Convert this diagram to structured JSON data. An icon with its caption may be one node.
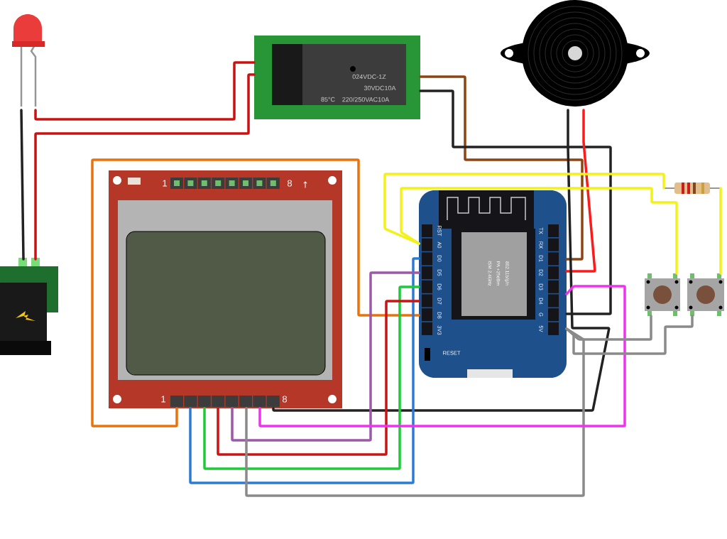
{
  "diagram": {
    "nodes": [
      {
        "text": [],
        "shape": "picture"
      },
      {
        "text": [],
        "shape": "picture"
      },
      {
        "text": [
          "024VDC-1Z",
          "30VDC10A",
          "85°C",
          "220/250VAC10A"
        ]
      },
      {
        "text": [],
        "shape": "picture"
      },
      {
        "text": [],
        "shape": "picture"
      },
      {
        "text": [],
        "shape": "picture"
      },
      {
        "text": [],
        "shape": "picture"
      },
      {
        "text": [
          "1",
          "8",
          "↑",
          "1",
          "8"
        ]
      },
      {
        "text": [
          "RST",
          "A0",
          "D0",
          "D5",
          "D6",
          "D7",
          "D8",
          "3V3",
          "TX",
          "RX",
          "D1",
          "D2",
          "D3",
          "D4",
          "G",
          "5V",
          "RESET",
          "ISM 2.4GHz",
          "PA +25dBm",
          "802.11b/g/n"
        ]
      }
    ],
    "edges": [
      {
        "from": 0,
        "to": 1,
        "arrow": "none",
        "color": "#222222"
      },
      {
        "from": 0,
        "to": 2,
        "arrow": "none",
        "color": "#cc1111"
      },
      {
        "from": 1,
        "to": 2,
        "arrow": "none",
        "color": "#cc1111"
      },
      {
        "from": 2,
        "to": 8,
        "arrow": "none",
        "color": "#8b4513"
      },
      {
        "from": 2,
        "to": 8,
        "arrow": "none",
        "color": "#222222"
      },
      {
        "from": 3,
        "to": 8,
        "arrow": "none",
        "color": "#ff1a1a"
      },
      {
        "from": 3,
        "to": 7,
        "arrow": "none",
        "color": "#222222"
      },
      {
        "from": 7,
        "to": 8,
        "arrow": "none",
        "color": "#e8730c"
      },
      {
        "from": 7,
        "to": 8,
        "arrow": "none",
        "color": "#2b7bd6"
      },
      {
        "from": 7,
        "to": 8,
        "arrow": "none",
        "color": "#1fc93a"
      },
      {
        "from": 7,
        "to": 8,
        "arrow": "none",
        "color": "#c81414"
      },
      {
        "from": 7,
        "to": 8,
        "arrow": "none",
        "color": "#9b59a6"
      },
      {
        "from": 7,
        "to": 8,
        "arrow": "none",
        "color": "#8a8a8a"
      },
      {
        "from": 7,
        "to": 8,
        "arrow": "none",
        "color": "#ee33ee"
      },
      {
        "from": 8,
        "to": 4,
        "arrow": "none",
        "color": "#f2f21a"
      },
      {
        "from": 8,
        "to": 5,
        "arrow": "none",
        "color": "#f2f21a"
      },
      {
        "from": 4,
        "to": 6,
        "arrow": "none",
        "color": "#f2f21a"
      },
      {
        "from": 8,
        "to": 5,
        "arrow": "none",
        "color": "#8a8a8a"
      },
      {
        "from": 8,
        "to": 6,
        "arrow": "none",
        "color": "#8a8a8a"
      }
    ]
  }
}
